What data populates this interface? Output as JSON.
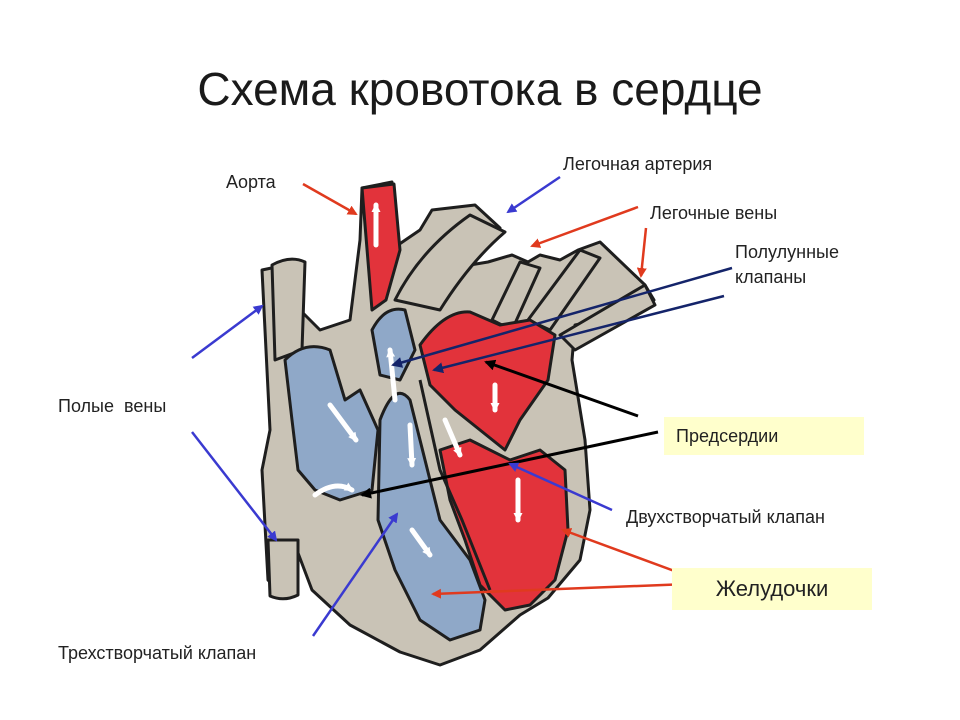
{
  "title": "Схема кровотока в сердце",
  "labels": {
    "aorta": "Аорта",
    "pulmonary_artery": "Легочная артерия",
    "pulmonary_veins": "Легочные вены",
    "semilunar_valves_line1": "Полулунные",
    "semilunar_valves_line2": "клапаны",
    "vena_cava": "Полые  вены",
    "atria": "Предсердии",
    "bicuspid_valve": "Двухстворчатый клапан",
    "ventricles": "Желудочки",
    "tricuspid_valve": "Трехстворчатый клапан"
  },
  "colors": {
    "oxygenated_blood": "#e2333b",
    "deoxygenated_blood": "#8fa8c8",
    "heart_wall": "#c9c3b6",
    "outline": "#1e1e1e",
    "arrow_red": "#e03a1e",
    "arrow_blue": "#3a3ad0",
    "arrow_navy": "#14246a",
    "arrow_black": "#000000",
    "highlight_box": "#ffffcc"
  }
}
